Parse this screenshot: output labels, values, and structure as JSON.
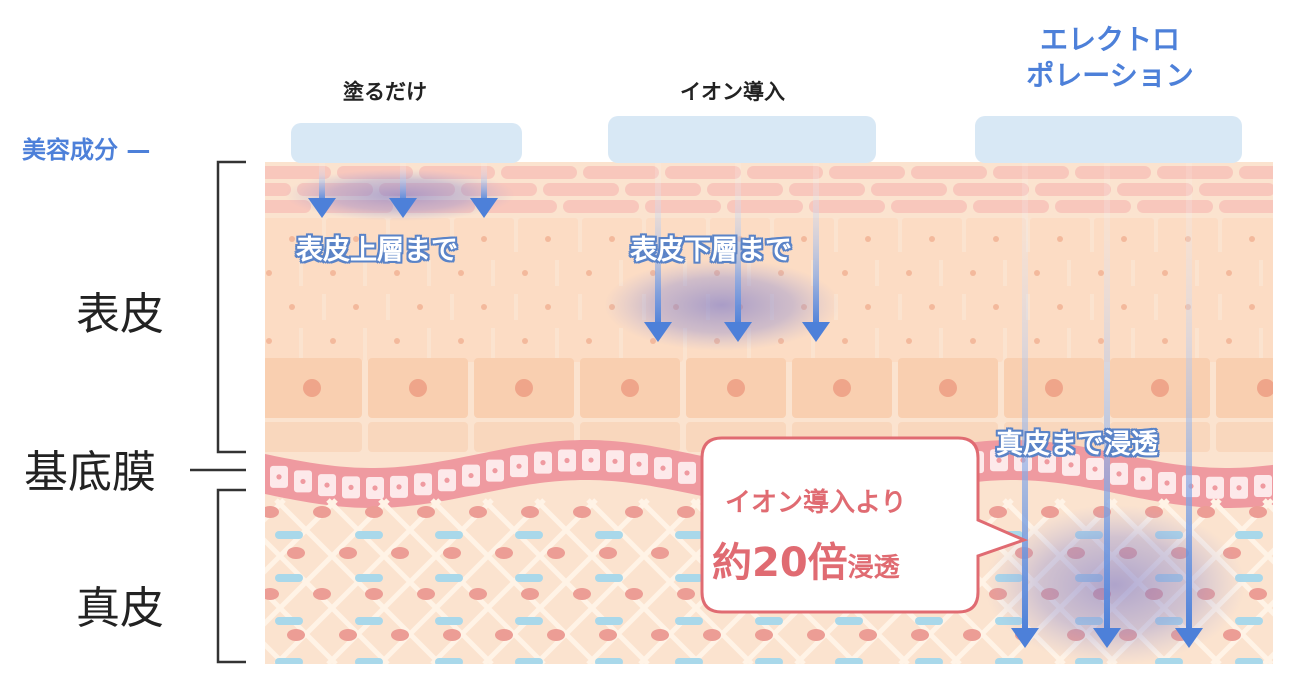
{
  "methods": {
    "apply_only": "塗るだけ",
    "ion_import": "イオン導入",
    "electroporation_line1": "エレクトロ",
    "electroporation_line2": "ポレーション"
  },
  "labels": {
    "ingredient": "美容成分 —",
    "epidermis": "表皮",
    "basement_membrane": "基底膜",
    "dermis": "真皮"
  },
  "depths": {
    "upper_epidermis": "表皮上層まで",
    "lower_epidermis": "表皮下層まで",
    "dermis_penetration": "真皮まで浸透"
  },
  "callout": {
    "line1": "イオン導入より",
    "line2_main": "約20倍",
    "line2_small": "浸透"
  },
  "colors": {
    "accent_blue": "#4d80d9",
    "skin_base": "#fbe3cf",
    "skin_cell": "#f9cfb0",
    "top_layer": "#f7c2b8",
    "membrane": "#ef9aa0",
    "dermis_dash": "#a9d8ea",
    "callout_red": "#e06b72"
  },
  "icons": {
    "arrow": "arrow-down-icon",
    "bracket": "bracket-icon"
  }
}
